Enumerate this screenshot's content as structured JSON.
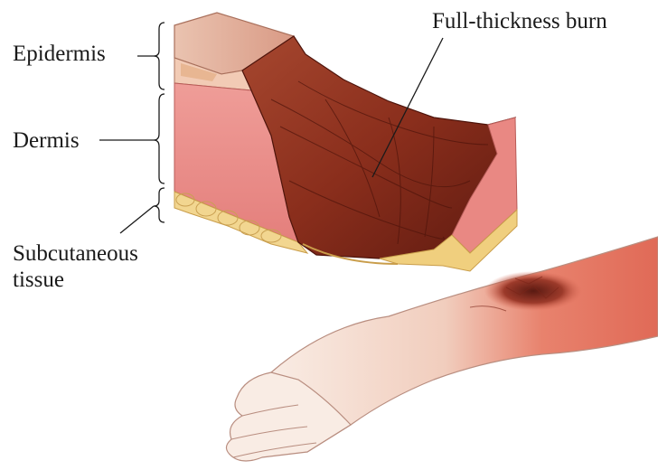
{
  "labels": {
    "epidermis": "Epidermis",
    "dermis": "Dermis",
    "subcutaneous_line1": "Subcutaneous",
    "subcutaneous_line2": "tissue",
    "burn": "Full-thickness burn"
  },
  "colors": {
    "skin_surface": "#e6b9a6",
    "epidermis_cut": "#f1c9b3",
    "dermis": "#e58a88",
    "fat": "#f2d690",
    "burn_dark": "#6e1f12",
    "burn_mid": "#9b3a25",
    "hand_skin": "#f7e6dc",
    "inflamed": "#e4725c"
  }
}
